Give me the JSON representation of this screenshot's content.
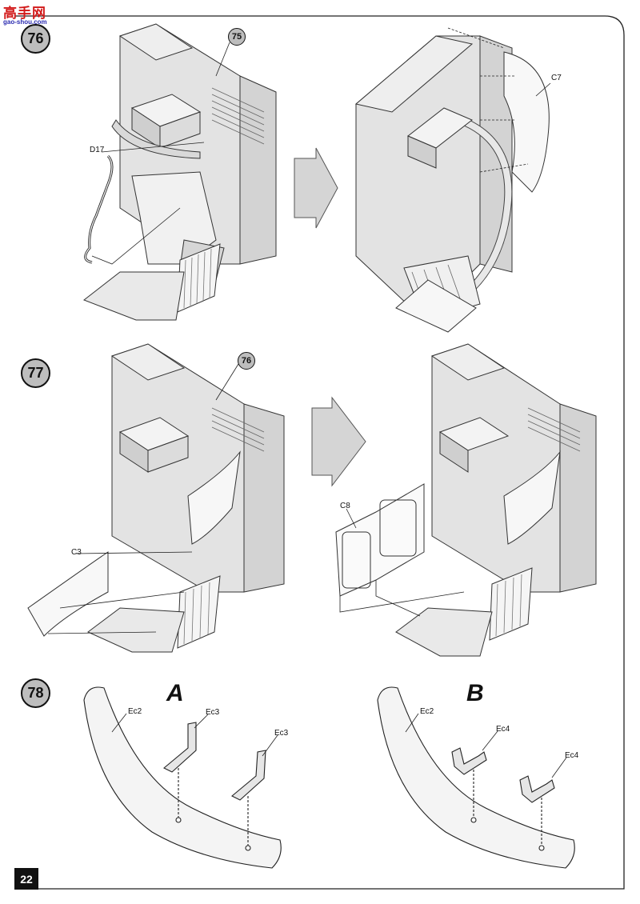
{
  "watermark": {
    "name": "高手网",
    "url": "gao-shou.com"
  },
  "steps": [
    {
      "number": "76",
      "callout": "75",
      "parts": [
        "D17",
        "C7"
      ]
    },
    {
      "number": "77",
      "callout": "76",
      "parts": [
        "C3",
        "C8"
      ]
    },
    {
      "number": "78",
      "variants": [
        {
          "letter": "A",
          "parts": [
            "Ec2",
            "Ec3",
            "Ec3"
          ]
        },
        {
          "letter": "B",
          "parts": [
            "Ec2",
            "Ec4",
            "Ec4"
          ]
        }
      ]
    }
  ],
  "page_number": "22"
}
